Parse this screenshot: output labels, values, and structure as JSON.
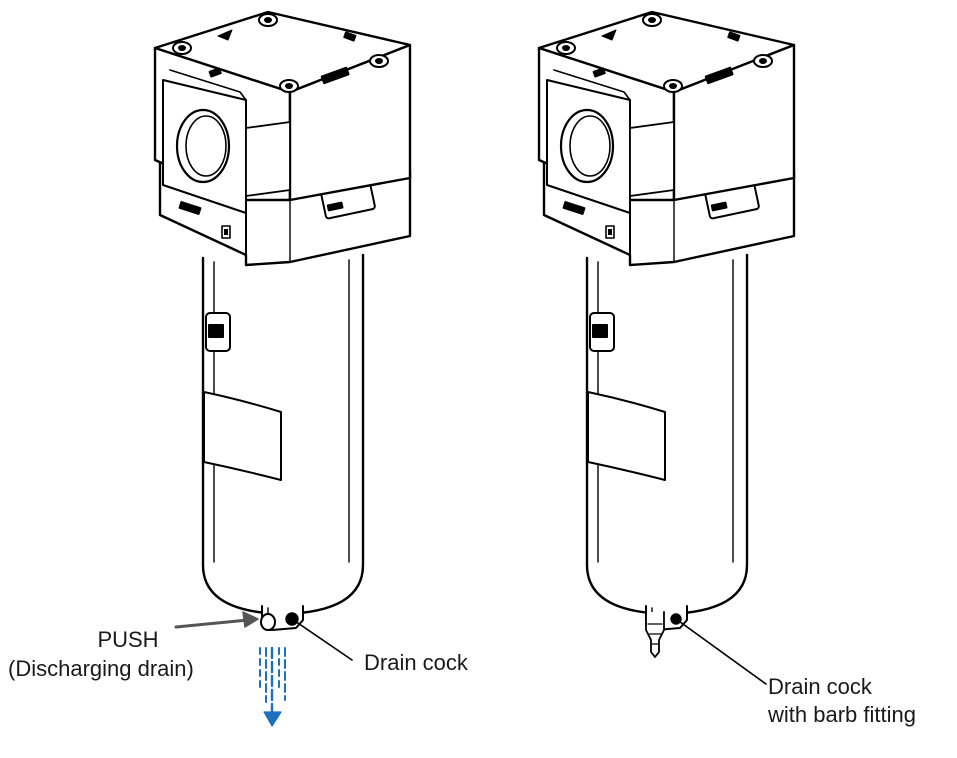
{
  "labels": {
    "push": "PUSH",
    "discharging_drain": "(Discharging drain)",
    "drain_cock": "Drain cock",
    "drain_cock_barb_line1": "Drain cock",
    "drain_cock_barb_line2": "with barb fitting"
  },
  "colors": {
    "line": "#000000",
    "fill": "#ffffff",
    "arrow": "#555555",
    "drain_flow": "#1f6fbf"
  }
}
